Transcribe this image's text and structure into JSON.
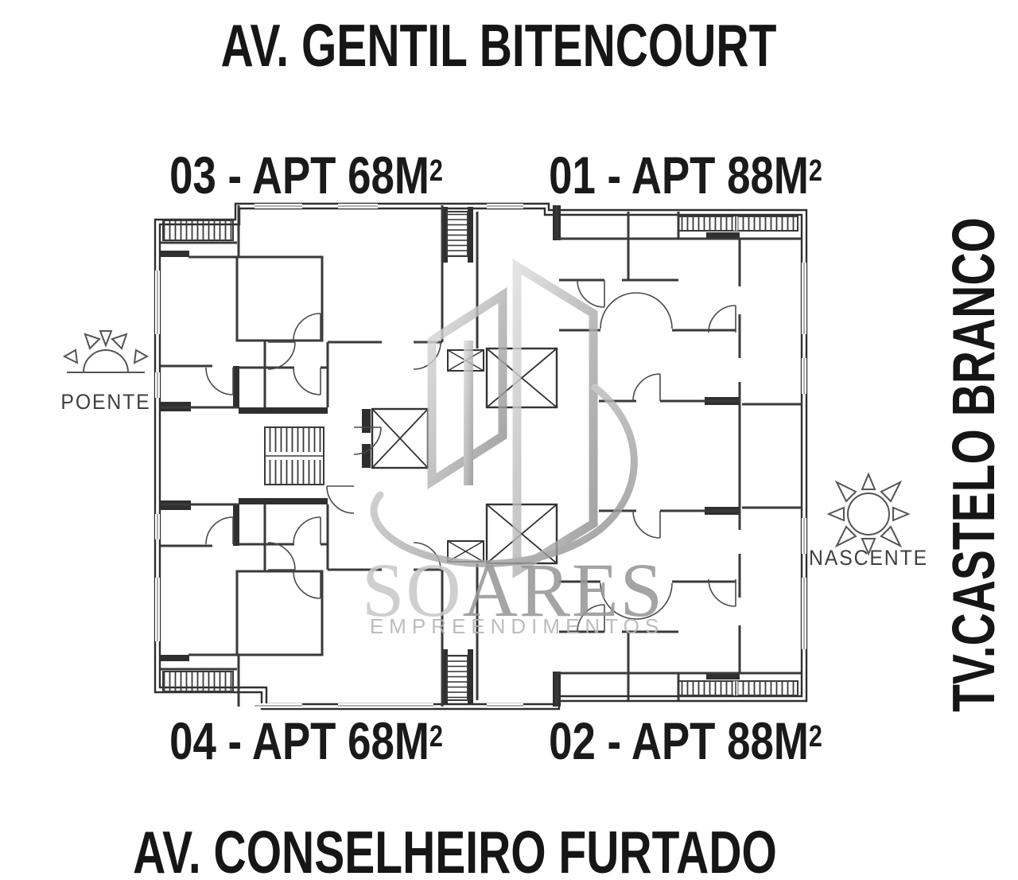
{
  "streets": {
    "top": "AV. GENTIL BITENCOURT",
    "bottom": "AV. CONSELHEIRO FURTADO",
    "right": "TV.CASTELO BRANCO"
  },
  "apartments": [
    {
      "id": "03",
      "label": "03 - APT 68M",
      "sup": "2",
      "position": "top-left"
    },
    {
      "id": "01",
      "label": "01 - APT 88M",
      "sup": "2",
      "position": "top-right"
    },
    {
      "id": "04",
      "label": "04 - APT 68M",
      "sup": "2",
      "position": "bottom-left"
    },
    {
      "id": "02",
      "label": "02 - APT 88M",
      "sup": "2",
      "position": "bottom-right"
    }
  ],
  "orientation": {
    "west": "POENTE",
    "east": "NASCENTE"
  },
  "watermark": {
    "name_light": "SO",
    "name_dark": "ARES",
    "tagline": "EMPREENDIMENTOS"
  },
  "colors": {
    "text": "#161616",
    "wall": "#3a3a3a",
    "wall_dark": "#2f2f2f",
    "watermark_light": "#c9c9c9",
    "watermark_dark": "#989898",
    "background": "#ffffff"
  }
}
